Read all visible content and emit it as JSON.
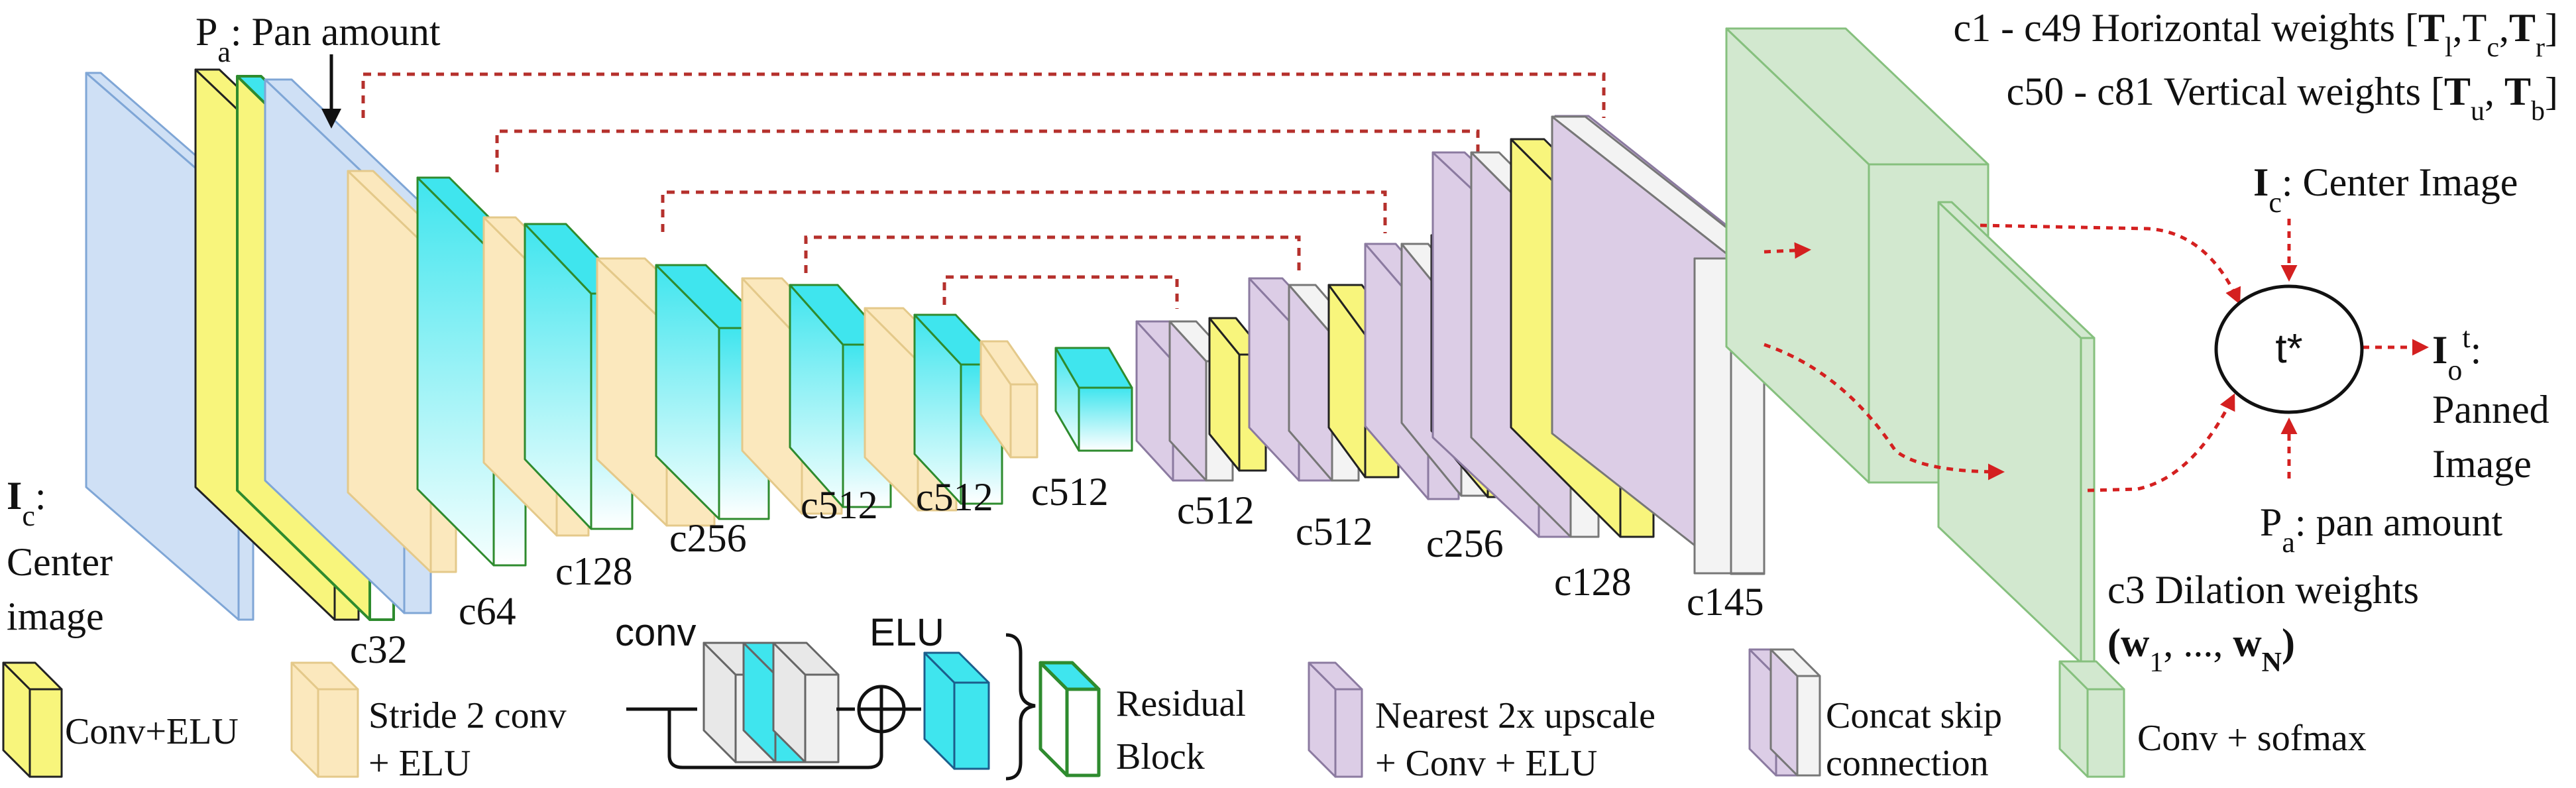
{
  "colors": {
    "input": "#cfe0f5",
    "conv_elu": "#f8f57c",
    "stride_conv": "#fbe8bd",
    "residual_cyan": "#3fe5ee",
    "residual_edge": "#2e8b2e",
    "upscale": "#dccde6",
    "concat_white": "#f3f3f3",
    "softmax_green": "#d2e8cf",
    "skip_line": "#b5302c",
    "flow_arrow": "#d42020"
  },
  "input": {
    "symbol": "I",
    "sub": "c",
    "suffix": ":",
    "line1": "Center",
    "line2": "image"
  },
  "pan_amount": {
    "symbol": "P",
    "sub": "a",
    "text": ": Pan amount"
  },
  "encoder_labels": [
    "c32",
    "c64",
    "c128",
    "c256",
    "c512",
    "c512",
    "c512"
  ],
  "decoder_labels": [
    "c512",
    "c512",
    "c256",
    "c128",
    "c145"
  ],
  "outputs": {
    "horizontal": {
      "prefix": "c1 - c49 Horizontal weights [",
      "t1": "T",
      "s1": "l",
      "mid1": ",T",
      "s2": "c",
      "mid2": ",",
      "t3": "T",
      "s3": "r",
      "end": "]"
    },
    "vertical": {
      "prefix": "c50 - c81 Vertical weights [",
      "t1": "T",
      "s1": "u",
      "mid": ", ",
      "t2": "T",
      "s2": "b",
      "end": "]"
    },
    "dilation": {
      "line1": "c3 Dilation weights",
      "open": "(",
      "w1": "w",
      "s1": "1",
      "dots": ", ..., ",
      "wn": "w",
      "sn": "N",
      "close": ")"
    }
  },
  "combiner": {
    "op": "t*",
    "center": {
      "symbol": "I",
      "sub": "c",
      "text": ": Center Image"
    },
    "pan": {
      "symbol": "P",
      "sub": "a",
      "text": ": pan amount"
    },
    "output": {
      "symbol": "I",
      "sub": "o",
      "sup": "t",
      "suffix": ":",
      "line1": "Panned",
      "line2": "Image"
    }
  },
  "legend": {
    "conv_elu": "Conv+ELU",
    "stride_line1": "Stride 2 conv",
    "stride_line2": "+ ELU",
    "conv": "conv",
    "elu": "ELU",
    "residual_line1": "Residual",
    "residual_line2": "Block",
    "upscale_line1": "Nearest 2x upscale",
    "upscale_line2": "+ Conv + ELU",
    "concat_line1": "Concat skip",
    "concat_line2": "connection",
    "softmax": "Conv + sofmax"
  }
}
